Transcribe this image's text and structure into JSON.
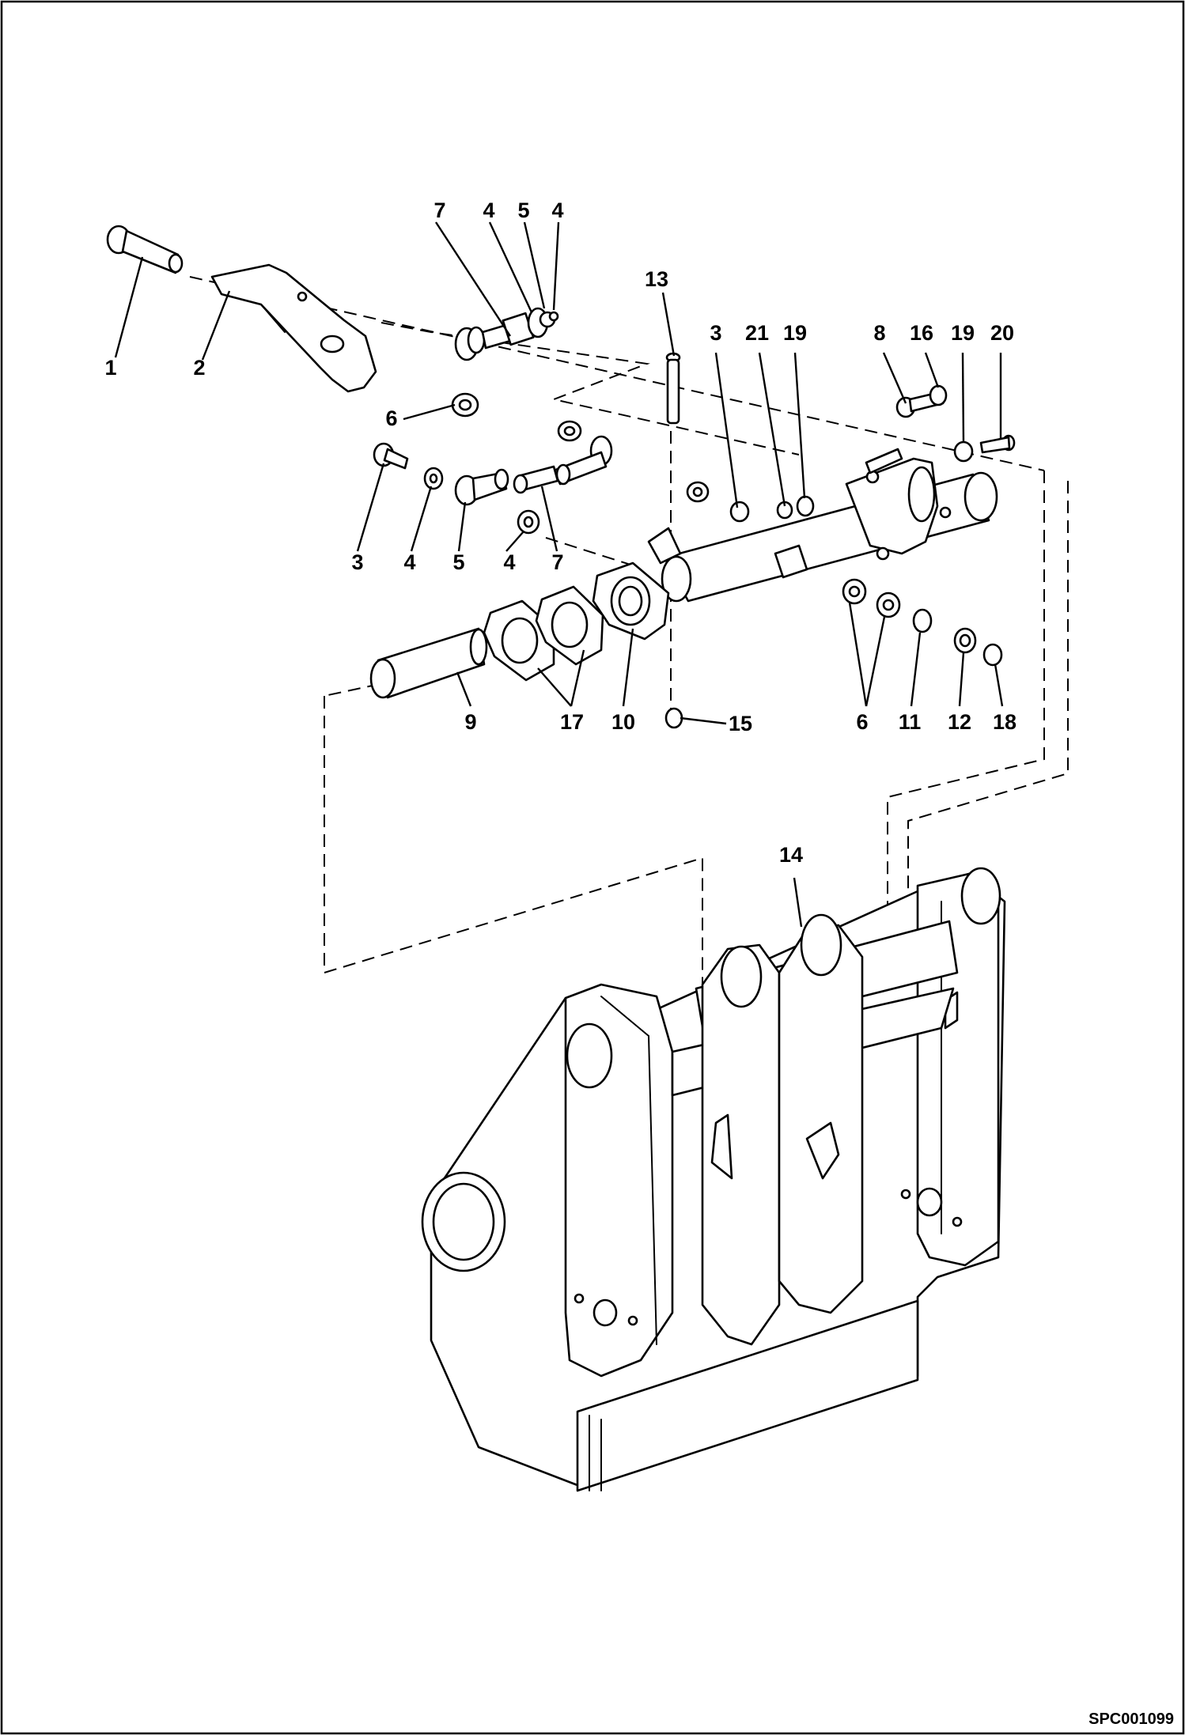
{
  "drawing_code": "SPC001099",
  "callouts": {
    "c01": "1",
    "c02": "2",
    "c03": "7",
    "c04": "4",
    "c05": "5",
    "c06": "4",
    "c07": "13",
    "c08": "3",
    "c09": "21",
    "c10": "19",
    "c11": "8",
    "c12": "16",
    "c13": "19",
    "c14": "20",
    "c15": "6",
    "c16": "3",
    "c17": "4",
    "c18": "5",
    "c19": "4",
    "c20": "7",
    "c21": "9",
    "c22": "17",
    "c23": "10",
    "c24": "15",
    "c25": "6",
    "c26": "11",
    "c27": "12",
    "c28": "18",
    "c29": "14"
  }
}
